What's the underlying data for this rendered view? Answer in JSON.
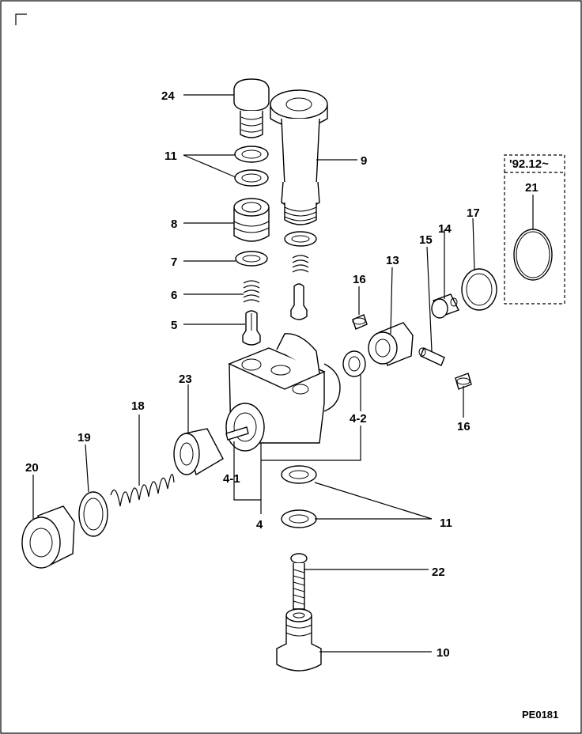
{
  "diagram": {
    "figure_code": "PE0181",
    "part_labels": [
      "24",
      "11",
      "9",
      "8",
      "7",
      "6",
      "5",
      "16",
      "13",
      "15",
      "14",
      "17",
      "21",
      "16",
      "4-2",
      "23",
      "18",
      "19",
      "20",
      "4-1",
      "4",
      "11",
      "22",
      "10"
    ],
    "variant_box": {
      "label": "'92.12~"
    }
  }
}
